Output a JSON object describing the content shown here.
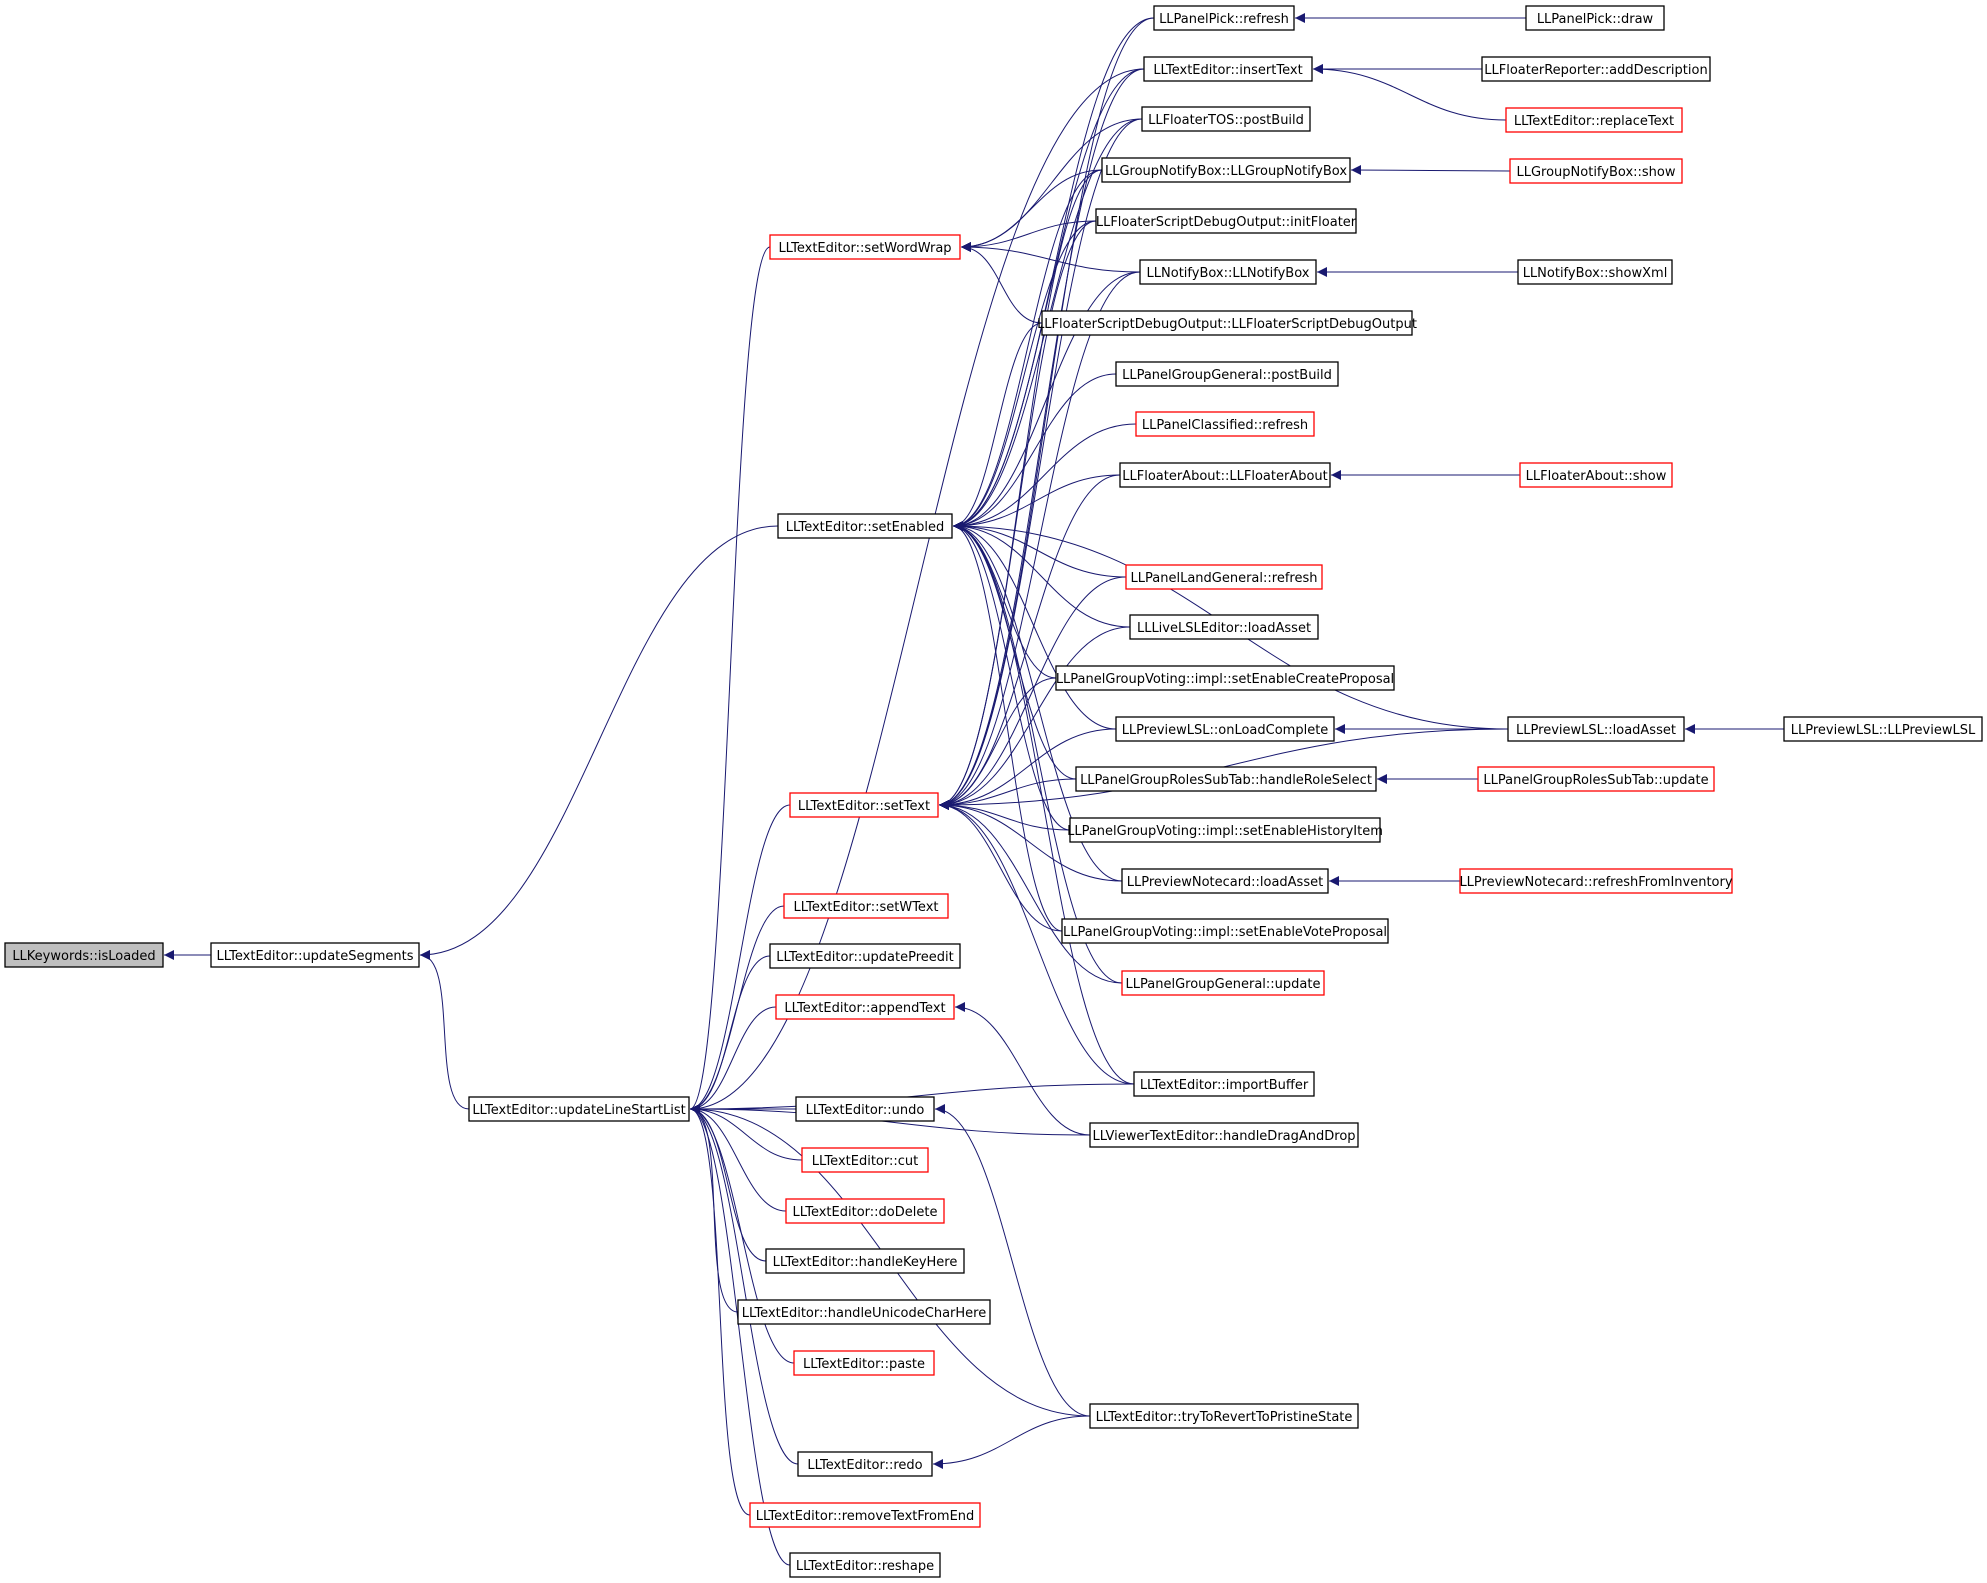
{
  "graph": {
    "colors": {
      "edge": "#191970",
      "arrowhead": "#191970",
      "border_default": "#000000",
      "border_truncated": "#ff0000",
      "root_fill": "#bfbfbf",
      "node_fill": "#ffffff",
      "background": "#ffffff"
    },
    "root": "LLKeywords::isLoaded",
    "nodes": [
      {
        "id": "n0",
        "label": "LLKeywords::isLoaded",
        "style": "root"
      },
      {
        "id": "n1",
        "label": "LLTextEditor::updateSegments",
        "style": "normal"
      },
      {
        "id": "n2",
        "label": "LLTextEditor::setEnabled",
        "style": "normal"
      },
      {
        "id": "n3",
        "label": "LLTextEditor::updateLineStartList",
        "style": "normal"
      },
      {
        "id": "n4",
        "label": "LLTextEditor::setWordWrap",
        "style": "truncated"
      },
      {
        "id": "n5",
        "label": "LLTextEditor::setText",
        "style": "truncated"
      },
      {
        "id": "n6",
        "label": "LLTextEditor::setWText",
        "style": "truncated"
      },
      {
        "id": "n7",
        "label": "LLTextEditor::updatePreedit",
        "style": "normal"
      },
      {
        "id": "n8",
        "label": "LLTextEditor::appendText",
        "style": "truncated"
      },
      {
        "id": "n9",
        "label": "LLTextEditor::undo",
        "style": "normal"
      },
      {
        "id": "n10",
        "label": "LLTextEditor::cut",
        "style": "truncated"
      },
      {
        "id": "n11",
        "label": "LLTextEditor::doDelete",
        "style": "truncated"
      },
      {
        "id": "n12",
        "label": "LLTextEditor::handleKeyHere",
        "style": "normal"
      },
      {
        "id": "n13",
        "label": "LLTextEditor::handleUnicodeCharHere",
        "style": "normal"
      },
      {
        "id": "n14",
        "label": "LLTextEditor::paste",
        "style": "truncated"
      },
      {
        "id": "n15",
        "label": "LLTextEditor::redo",
        "style": "normal"
      },
      {
        "id": "n16",
        "label": "LLTextEditor::removeTextFromEnd",
        "style": "truncated"
      },
      {
        "id": "n17",
        "label": "LLTextEditor::reshape",
        "style": "normal"
      },
      {
        "id": "n18",
        "label": "LLPanelPick::refresh",
        "style": "normal"
      },
      {
        "id": "n19",
        "label": "LLTextEditor::insertText",
        "style": "normal"
      },
      {
        "id": "n20",
        "label": "LLFloaterTOS::postBuild",
        "style": "normal"
      },
      {
        "id": "n21",
        "label": "LLGroupNotifyBox::LLGroupNotifyBox",
        "style": "normal"
      },
      {
        "id": "n22",
        "label": "LLFloaterScriptDebugOutput::initFloater",
        "style": "normal"
      },
      {
        "id": "n23",
        "label": "LLNotifyBox::LLNotifyBox",
        "style": "normal"
      },
      {
        "id": "n24",
        "label": "LLFloaterScriptDebugOutput::LLFloaterScriptDebugOutput",
        "style": "normal"
      },
      {
        "id": "n25",
        "label": "LLPanelGroupGeneral::postBuild",
        "style": "normal"
      },
      {
        "id": "n26",
        "label": "LLPanelClassified::refresh",
        "style": "truncated"
      },
      {
        "id": "n27",
        "label": "LLFloaterAbout::LLFloaterAbout",
        "style": "normal"
      },
      {
        "id": "n28",
        "label": "LLPanelLandGeneral::refresh",
        "style": "truncated"
      },
      {
        "id": "n29",
        "label": "LLLiveLSLEditor::loadAsset",
        "style": "normal"
      },
      {
        "id": "n30",
        "label": "LLPanelGroupVoting::impl::setEnableCreateProposal",
        "style": "normal"
      },
      {
        "id": "n31",
        "label": "LLPreviewLSL::onLoadComplete",
        "style": "normal"
      },
      {
        "id": "n32",
        "label": "LLPanelGroupRolesSubTab::handleRoleSelect",
        "style": "normal"
      },
      {
        "id": "n33",
        "label": "LLPanelGroupVoting::impl::setEnableHistoryItem",
        "style": "normal"
      },
      {
        "id": "n34",
        "label": "LLPreviewNotecard::loadAsset",
        "style": "normal"
      },
      {
        "id": "n35",
        "label": "LLPanelGroupVoting::impl::setEnableVoteProposal",
        "style": "normal"
      },
      {
        "id": "n36",
        "label": "LLPanelGroupGeneral::update",
        "style": "truncated"
      },
      {
        "id": "n37",
        "label": "LLTextEditor::importBuffer",
        "style": "normal"
      },
      {
        "id": "n38",
        "label": "LLViewerTextEditor::handleDragAndDrop",
        "style": "normal"
      },
      {
        "id": "n39",
        "label": "LLTextEditor::tryToRevertToPristineState",
        "style": "normal"
      },
      {
        "id": "n40",
        "label": "LLPanelPick::draw",
        "style": "normal"
      },
      {
        "id": "n41",
        "label": "LLFloaterReporter::addDescription",
        "style": "normal"
      },
      {
        "id": "n42",
        "label": "LLTextEditor::replaceText",
        "style": "truncated"
      },
      {
        "id": "n43",
        "label": "LLGroupNotifyBox::show",
        "style": "truncated"
      },
      {
        "id": "n44",
        "label": "LLNotifyBox::showXml",
        "style": "normal"
      },
      {
        "id": "n45",
        "label": "LLFloaterAbout::show",
        "style": "truncated"
      },
      {
        "id": "n46",
        "label": "LLPreviewLSL::loadAsset",
        "style": "normal"
      },
      {
        "id": "n47",
        "label": "LLPanelGroupRolesSubTab::update",
        "style": "truncated"
      },
      {
        "id": "n48",
        "label": "LLPreviewNotecard::refreshFromInventory",
        "style": "truncated"
      },
      {
        "id": "n49",
        "label": "LLPreviewLSL::LLPreviewLSL",
        "style": "normal"
      }
    ],
    "edges": [
      {
        "from": "n1",
        "to": "n0"
      },
      {
        "from": "n2",
        "to": "n1"
      },
      {
        "from": "n3",
        "to": "n1"
      },
      {
        "from": "n18",
        "to": "n2"
      },
      {
        "from": "n19",
        "to": "n2"
      },
      {
        "from": "n20",
        "to": "n2"
      },
      {
        "from": "n21",
        "to": "n2"
      },
      {
        "from": "n22",
        "to": "n2"
      },
      {
        "from": "n23",
        "to": "n2"
      },
      {
        "from": "n24",
        "to": "n2"
      },
      {
        "from": "n25",
        "to": "n2"
      },
      {
        "from": "n26",
        "to": "n2"
      },
      {
        "from": "n27",
        "to": "n2"
      },
      {
        "from": "n28",
        "to": "n2"
      },
      {
        "from": "n29",
        "to": "n2"
      },
      {
        "from": "n30",
        "to": "n2"
      },
      {
        "from": "n31",
        "to": "n2"
      },
      {
        "from": "n32",
        "to": "n2"
      },
      {
        "from": "n33",
        "to": "n2"
      },
      {
        "from": "n34",
        "to": "n2"
      },
      {
        "from": "n35",
        "to": "n2"
      },
      {
        "from": "n36",
        "to": "n2"
      },
      {
        "from": "n37",
        "to": "n2"
      },
      {
        "from": "n46",
        "to": "n2"
      },
      {
        "from": "n4",
        "to": "n3"
      },
      {
        "from": "n5",
        "to": "n3"
      },
      {
        "from": "n6",
        "to": "n3"
      },
      {
        "from": "n7",
        "to": "n3"
      },
      {
        "from": "n8",
        "to": "n3"
      },
      {
        "from": "n9",
        "to": "n3"
      },
      {
        "from": "n10",
        "to": "n3"
      },
      {
        "from": "n11",
        "to": "n3"
      },
      {
        "from": "n12",
        "to": "n3"
      },
      {
        "from": "n13",
        "to": "n3"
      },
      {
        "from": "n14",
        "to": "n3"
      },
      {
        "from": "n15",
        "to": "n3"
      },
      {
        "from": "n16",
        "to": "n3"
      },
      {
        "from": "n17",
        "to": "n3"
      },
      {
        "from": "n19",
        "to": "n3"
      },
      {
        "from": "n37",
        "to": "n3"
      },
      {
        "from": "n38",
        "to": "n3"
      },
      {
        "from": "n39",
        "to": "n3"
      },
      {
        "from": "n20",
        "to": "n4"
      },
      {
        "from": "n21",
        "to": "n4"
      },
      {
        "from": "n22",
        "to": "n4"
      },
      {
        "from": "n23",
        "to": "n4"
      },
      {
        "from": "n24",
        "to": "n4"
      },
      {
        "from": "n18",
        "to": "n5"
      },
      {
        "from": "n19",
        "to": "n5"
      },
      {
        "from": "n20",
        "to": "n5"
      },
      {
        "from": "n21",
        "to": "n5"
      },
      {
        "from": "n22",
        "to": "n5"
      },
      {
        "from": "n23",
        "to": "n5"
      },
      {
        "from": "n27",
        "to": "n5"
      },
      {
        "from": "n28",
        "to": "n5"
      },
      {
        "from": "n29",
        "to": "n5"
      },
      {
        "from": "n30",
        "to": "n5"
      },
      {
        "from": "n31",
        "to": "n5"
      },
      {
        "from": "n32",
        "to": "n5"
      },
      {
        "from": "n33",
        "to": "n5"
      },
      {
        "from": "n34",
        "to": "n5"
      },
      {
        "from": "n35",
        "to": "n5"
      },
      {
        "from": "n36",
        "to": "n5"
      },
      {
        "from": "n37",
        "to": "n5"
      },
      {
        "from": "n46",
        "to": "n5"
      },
      {
        "from": "n38",
        "to": "n8"
      },
      {
        "from": "n39",
        "to": "n9"
      },
      {
        "from": "n39",
        "to": "n15"
      },
      {
        "from": "n40",
        "to": "n18"
      },
      {
        "from": "n41",
        "to": "n19"
      },
      {
        "from": "n42",
        "to": "n19"
      },
      {
        "from": "n43",
        "to": "n21"
      },
      {
        "from": "n44",
        "to": "n23"
      },
      {
        "from": "n45",
        "to": "n27"
      },
      {
        "from": "n46",
        "to": "n31"
      },
      {
        "from": "n47",
        "to": "n32"
      },
      {
        "from": "n48",
        "to": "n34"
      },
      {
        "from": "n49",
        "to": "n46"
      }
    ]
  }
}
